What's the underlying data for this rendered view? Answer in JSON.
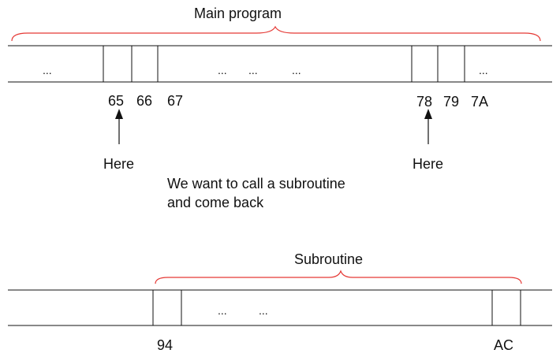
{
  "main_program": {
    "label": "Main program",
    "ellipses": [
      "...",
      "...",
      "...",
      "...",
      "..."
    ],
    "addresses": [
      "65",
      "66",
      "67",
      "78",
      "79",
      "7A"
    ],
    "here_left": "Here",
    "here_right": "Here"
  },
  "note": {
    "line1": "We want to call a subroutine",
    "line2": "and come back"
  },
  "subroutine": {
    "label": "Subroutine",
    "ellipses": [
      "...",
      "..."
    ],
    "start_address": "94",
    "end_address": "AC"
  },
  "colors": {
    "brace": "#e53935",
    "line": "#111111"
  }
}
